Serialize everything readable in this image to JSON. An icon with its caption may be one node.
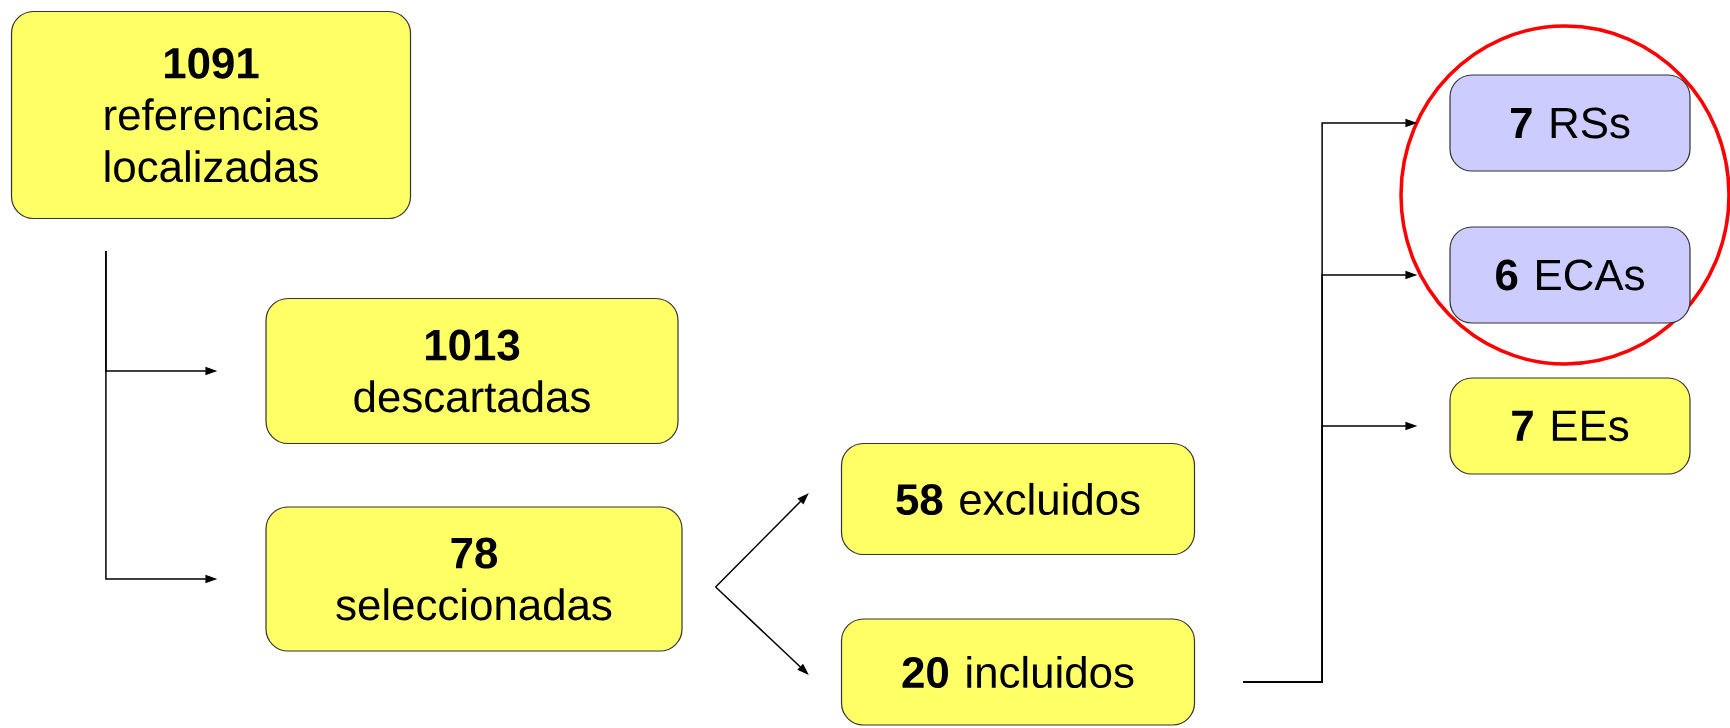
{
  "diagram": {
    "nodes": [
      {
        "text": [
          "1091",
          "referencias localizadas"
        ]
      },
      {
        "text": [
          "1013",
          "descartadas"
        ]
      },
      {
        "text": [
          "78",
          "seleccionadas"
        ]
      },
      {
        "text": [
          "**58** excluidos"
        ]
      },
      {
        "text": [
          "**20** incluidos"
        ]
      },
      {
        "text": [
          "**7** RSs"
        ]
      },
      {
        "text": [
          "**6** ECAs"
        ]
      },
      {
        "text": [
          "**7** EEs"
        ]
      }
    ],
    "edges": [
      {
        "from": 0,
        "to": 1,
        "arrow": "to"
      },
      {
        "from": 0,
        "to": 2,
        "arrow": "to"
      },
      {
        "from": 2,
        "to": 3,
        "arrow": "to"
      },
      {
        "from": 2,
        "to": 4,
        "arrow": "to"
      },
      {
        "from": 4,
        "to": 5,
        "arrow": "to"
      },
      {
        "from": 4,
        "to": 6,
        "arrow": "to"
      },
      {
        "from": 4,
        "to": 7,
        "arrow": "to"
      }
    ]
  }
}
